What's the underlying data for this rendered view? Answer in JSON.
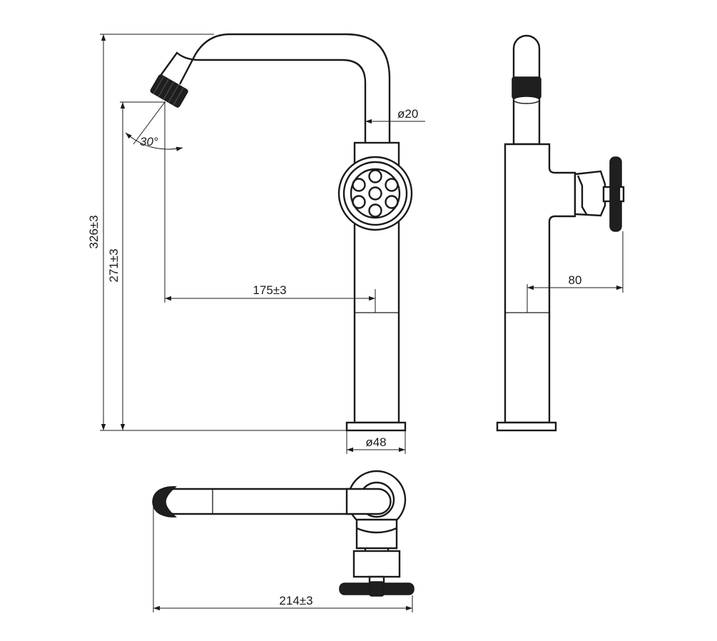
{
  "dimensions": {
    "total_height": "326±3",
    "spout_height": "271±3",
    "spout_reach": "175±3",
    "spout_diameter": "ø20",
    "base_diameter": "ø48",
    "handle_offset": "80",
    "overall_length": "214±3",
    "outlet_angle": "30°"
  },
  "colors": {
    "line": "#1a1a1a",
    "fill_dark": "#1f1f1f",
    "background": "#ffffff"
  }
}
